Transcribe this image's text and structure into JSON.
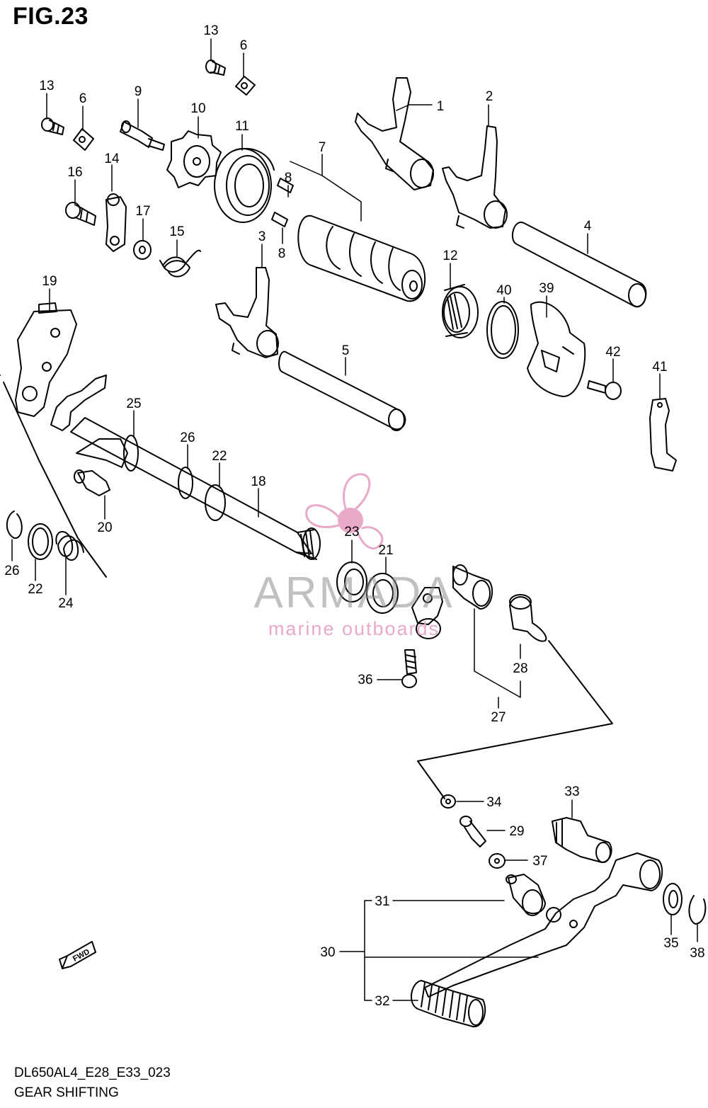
{
  "figure": {
    "title": "FIG.23",
    "code": "DL650AL4_E28_E33_023",
    "name": "GEAR SHIFTING"
  },
  "watermark": {
    "brand": "ARMADA",
    "tagline": "marine outboards",
    "color": "#e9a9c8"
  },
  "fwd_marker": "FWD",
  "callouts": [
    {
      "id": "c13a",
      "text": "13"
    },
    {
      "id": "c6a",
      "text": "6"
    },
    {
      "id": "c13b",
      "text": "13"
    },
    {
      "id": "c6b",
      "text": "6"
    },
    {
      "id": "c9",
      "text": "9"
    },
    {
      "id": "c10",
      "text": "10"
    },
    {
      "id": "c11",
      "text": "11"
    },
    {
      "id": "c7",
      "text": "7"
    },
    {
      "id": "c1",
      "text": "1"
    },
    {
      "id": "c2",
      "text": "2"
    },
    {
      "id": "c16",
      "text": "16"
    },
    {
      "id": "c14",
      "text": "14"
    },
    {
      "id": "c8a",
      "text": "8"
    },
    {
      "id": "c8b",
      "text": "8"
    },
    {
      "id": "c17",
      "text": "17"
    },
    {
      "id": "c15",
      "text": "15"
    },
    {
      "id": "c3",
      "text": "3"
    },
    {
      "id": "c4",
      "text": "4"
    },
    {
      "id": "c12",
      "text": "12"
    },
    {
      "id": "c40",
      "text": "40"
    },
    {
      "id": "c39",
      "text": "39"
    },
    {
      "id": "c19",
      "text": "19"
    },
    {
      "id": "c5",
      "text": "5"
    },
    {
      "id": "c42",
      "text": "42"
    },
    {
      "id": "c41",
      "text": "41"
    },
    {
      "id": "c25",
      "text": "25"
    },
    {
      "id": "c26a",
      "text": "26"
    },
    {
      "id": "c22a",
      "text": "22"
    },
    {
      "id": "c18",
      "text": "18"
    },
    {
      "id": "c20",
      "text": "20"
    },
    {
      "id": "c23",
      "text": "23"
    },
    {
      "id": "c21",
      "text": "21"
    },
    {
      "id": "c26b",
      "text": "26"
    },
    {
      "id": "c22b",
      "text": "22"
    },
    {
      "id": "c24",
      "text": "24"
    },
    {
      "id": "c28",
      "text": "28"
    },
    {
      "id": "c36",
      "text": "36"
    },
    {
      "id": "c27",
      "text": "27"
    },
    {
      "id": "c34",
      "text": "34"
    },
    {
      "id": "c33",
      "text": "33"
    },
    {
      "id": "c29",
      "text": "29"
    },
    {
      "id": "c37",
      "text": "37"
    },
    {
      "id": "c31",
      "text": "31"
    },
    {
      "id": "c30",
      "text": "30"
    },
    {
      "id": "c35",
      "text": "35"
    },
    {
      "id": "c38",
      "text": "38"
    },
    {
      "id": "c32",
      "text": "32"
    }
  ]
}
